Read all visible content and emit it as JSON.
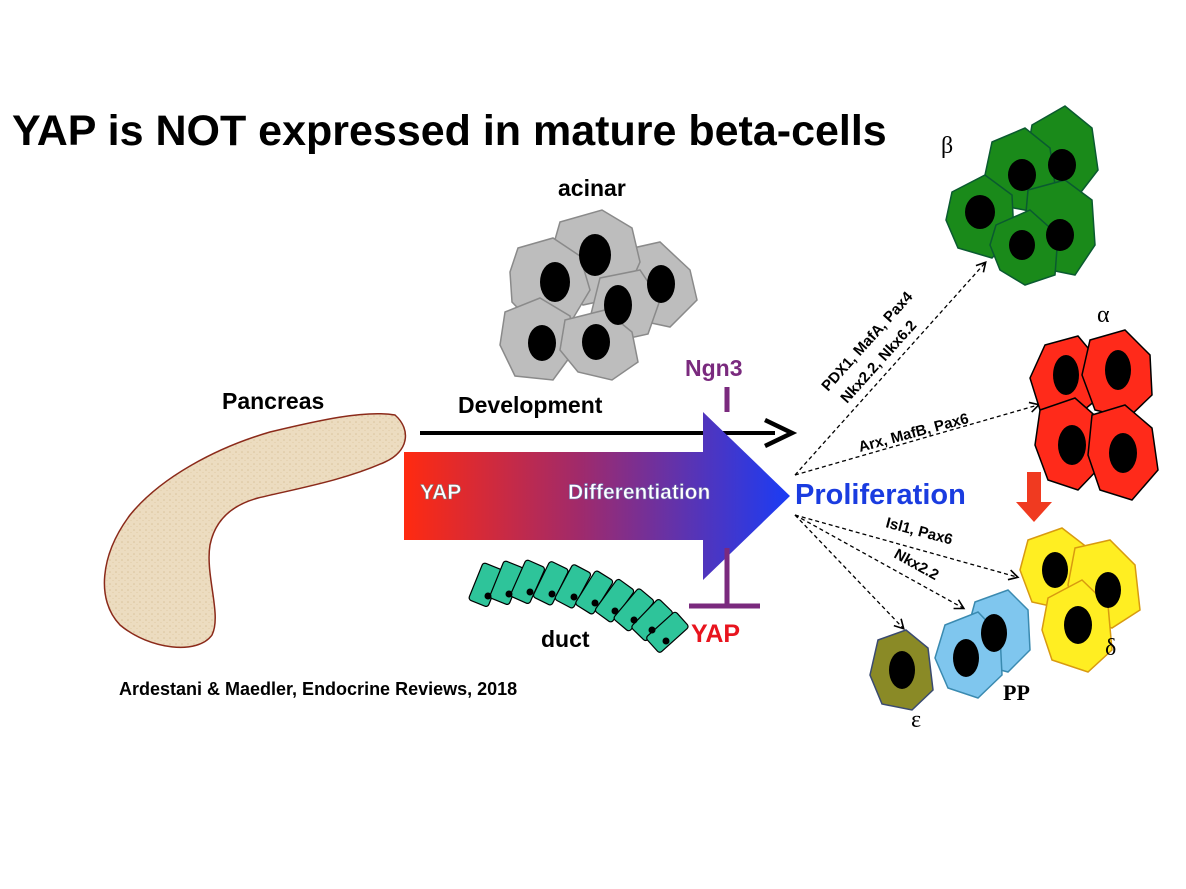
{
  "title": "YAP is NOT expressed in mature beta-cells",
  "labels": {
    "acinar": "acinar",
    "pancreas": "Pancreas",
    "development": "Development",
    "ngn3": "Ngn3",
    "yap_in_arrow": "YAP",
    "differentiation": "Differentiation",
    "proliferation": "Proliferation",
    "yap_inhibitor": "YAP",
    "duct": "duct",
    "citation": "Ardestani & Maedler, Endocrine Reviews, 2018"
  },
  "factors": {
    "beta_line1": "PDX1, MafA, Pax4",
    "beta_line2": "Nkx2.2, Nkx6.2",
    "alpha": "Arx, MafB, Pax6",
    "delta": "Isl1, Pax6",
    "pp": "Nkx2.2"
  },
  "cell_labels": {
    "beta": "β",
    "alpha": "α",
    "delta": "δ",
    "pp": "PP",
    "epsilon": "ε"
  },
  "colors": {
    "beta_cell": "#1a8a1a",
    "alpha_cell": "#ff2a1a",
    "delta_cell": "#ffee22",
    "pp_cell": "#7fc6ee",
    "epsilon_cell": "#8a8a26",
    "acinar_cell": "#bdbdbd",
    "duct_cell": "#2ec49a",
    "pancreas": "#ecdcc0",
    "arrow_start": "#ff2a10",
    "arrow_end": "#1a3cf5",
    "inhibitor": "#7a2a7e",
    "proliferation_text": "#1a3ce0",
    "yap_red": "#e8141e",
    "down_arrow": "#f03a20"
  }
}
